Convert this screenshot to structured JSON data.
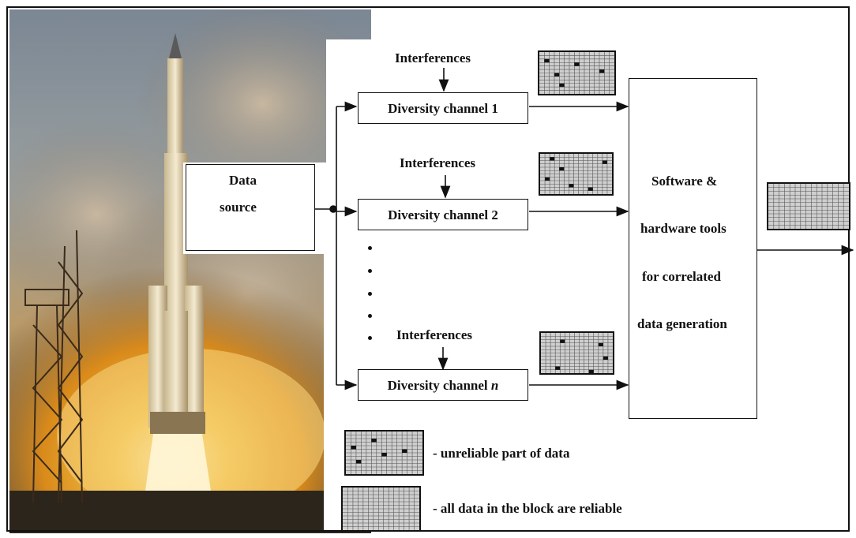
{
  "diagram": {
    "data_source": {
      "line1": "Data",
      "line2": "source"
    },
    "interferences_label": "Interferences",
    "channels": [
      {
        "label": "Diversity channel 1",
        "suffix": ""
      },
      {
        "label": "Diversity channel 2",
        "suffix": ""
      },
      {
        "label": "Diversity channel ",
        "suffix": "n"
      }
    ],
    "tools": {
      "lines": [
        "Software &",
        "hardware tools",
        "for correlated",
        "data generation"
      ]
    },
    "legend": {
      "unreliable": "- unreliable part of data",
      "reliable": "- all data in the block are reliable"
    },
    "colors": {
      "grid_cell": "#cfcfcf",
      "grid_line": "#555555",
      "defect": "#111111",
      "rocket_sky": "#8c9aa6",
      "fire": "#e59a1c"
    },
    "icons": [
      "rocket-launch-photo",
      "data-block-icon",
      "arrow-icon"
    ]
  }
}
